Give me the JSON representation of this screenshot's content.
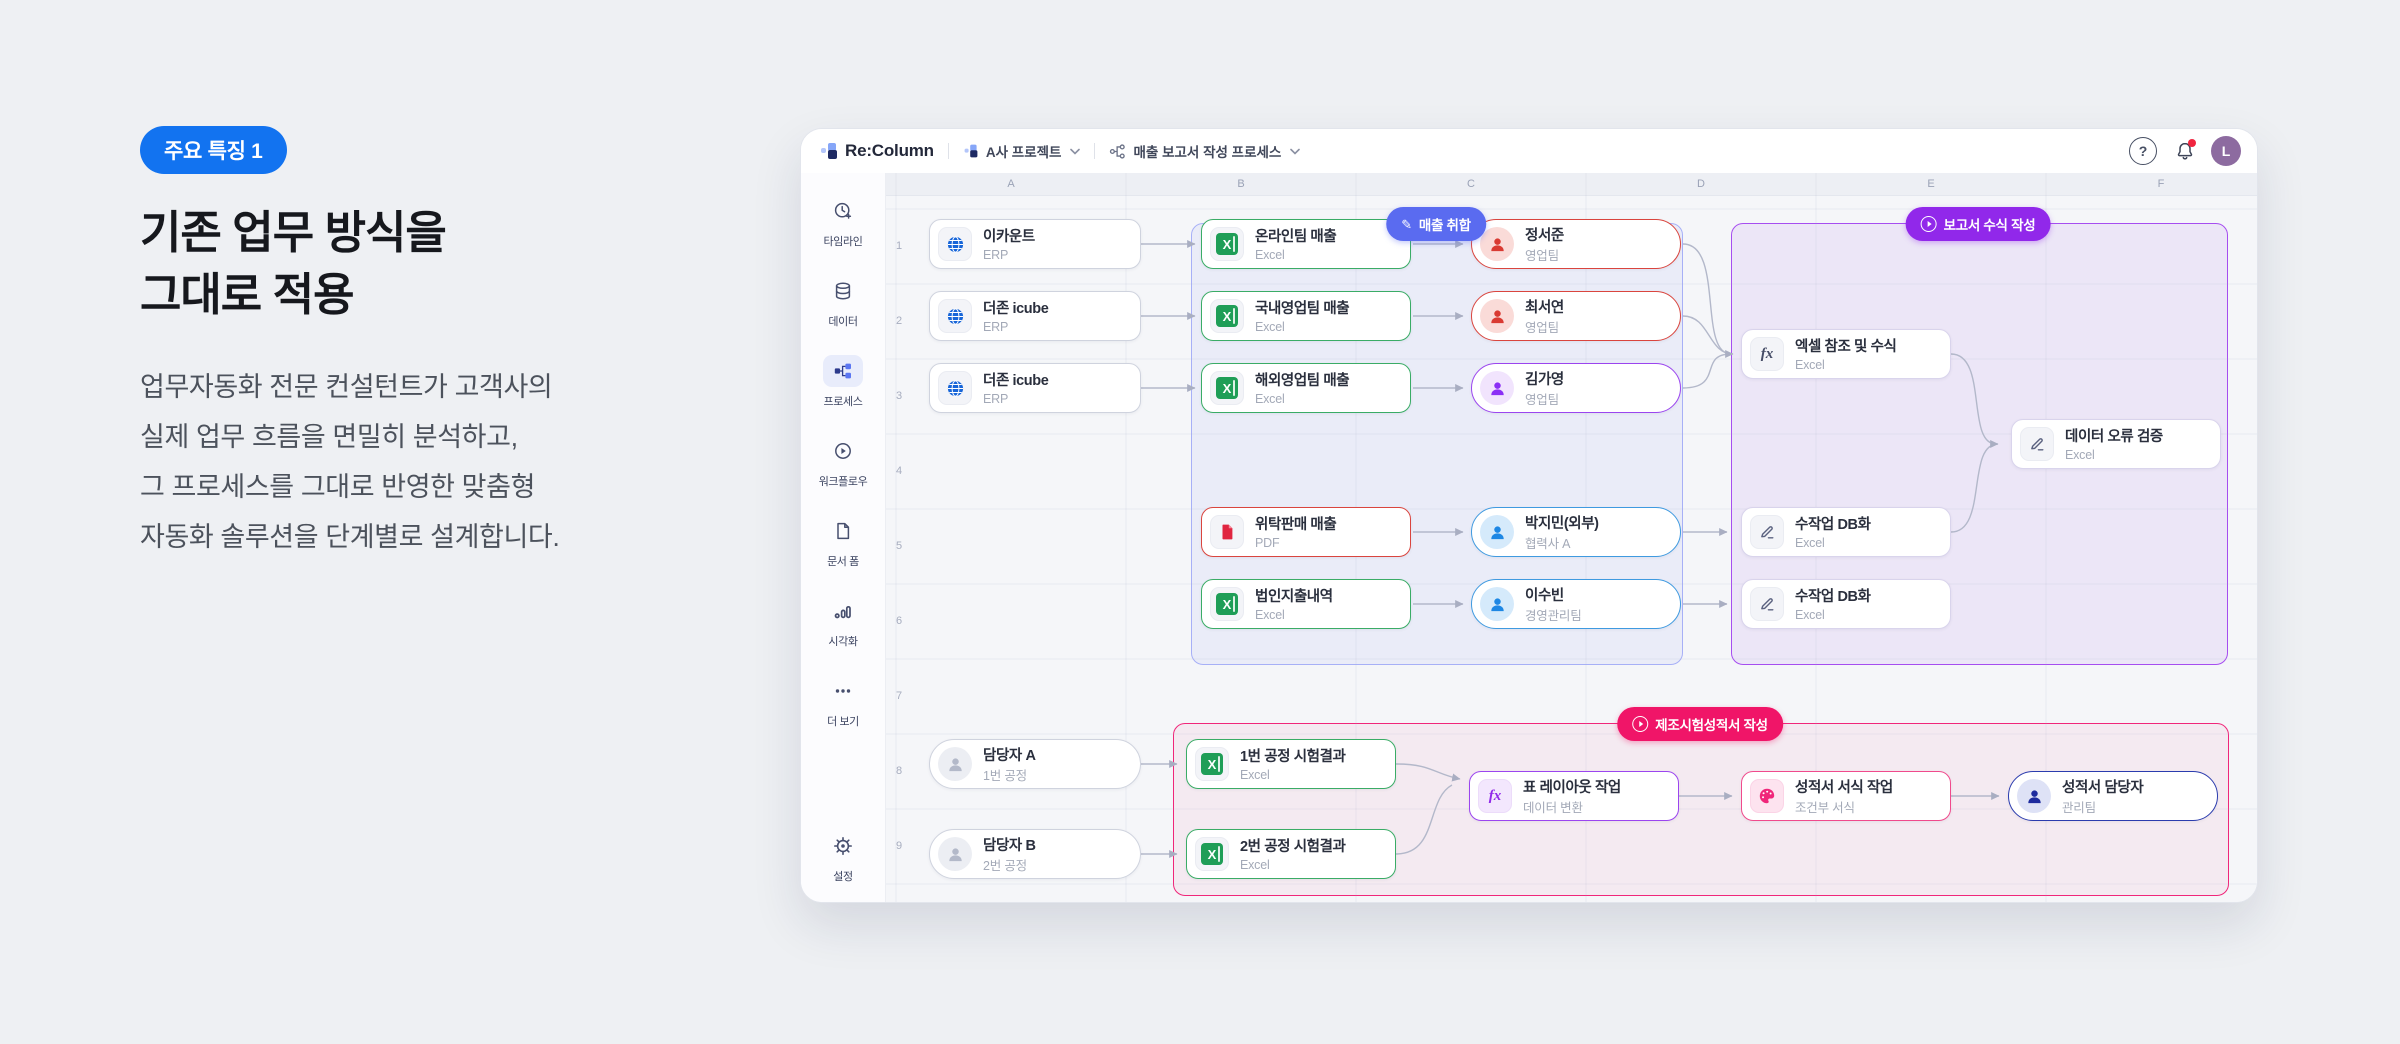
{
  "feature": {
    "badge": "주요 특징 1",
    "title_lines": [
      "기존 업무 방식을",
      "그대로 적용"
    ],
    "description_lines": [
      "업무자동화 전문 컨설턴트가 고객사의",
      "실제 업무 흐름을 면밀히 분석하고,",
      "그 프로세스를 그대로 반영한 맞춤형",
      "자동화 솔루션을 단계별로 설계합니다."
    ]
  },
  "app": {
    "brand": "Re:Column",
    "titlebar": {
      "project": "A사 프로젝트",
      "process": "매출 보고서 작성 프로세스",
      "help": "?",
      "avatar_initial": "L"
    },
    "sidebar": {
      "items": [
        {
          "label": "타임라인",
          "icon": "timeline-icon"
        },
        {
          "label": "데이터",
          "icon": "database-icon"
        },
        {
          "label": "프로세스",
          "icon": "process-icon",
          "active": true
        },
        {
          "label": "워크플로우",
          "icon": "workflow-icon"
        },
        {
          "label": "문서 폼",
          "icon": "document-icon"
        },
        {
          "label": "시각화",
          "icon": "chart-icon"
        },
        {
          "label": "더 보기",
          "icon": "more-icon"
        }
      ],
      "settings_label": "설정"
    },
    "canvas": {
      "column_headers": [
        "A",
        "B",
        "C",
        "D",
        "E",
        "F"
      ],
      "row_numbers": [
        "1",
        "2",
        "3",
        "4",
        "5",
        "6",
        "7",
        "8",
        "9"
      ],
      "groups": {
        "sales_collect": {
          "label": "매출 취합",
          "color": "#5a6bf0",
          "icon": "pencil-icon"
        },
        "report_formula": {
          "label": "보고서 수식 작성",
          "color": "#9128ea",
          "icon": "play-icon"
        },
        "manufacture_report": {
          "label": "제조시험성적서 작성",
          "color": "#f01568",
          "icon": "play-icon"
        }
      },
      "nodes": {
        "ecount": {
          "title": "이카운트",
          "subtitle": "ERP",
          "icon": "globe-icon"
        },
        "duzon1": {
          "title": "더존 icube",
          "subtitle": "ERP",
          "icon": "globe-icon"
        },
        "duzon2": {
          "title": "더존 icube",
          "subtitle": "ERP",
          "icon": "globe-icon"
        },
        "online_sales": {
          "title": "온라인팀 매출",
          "subtitle": "Excel",
          "icon": "excel-icon"
        },
        "domestic_sales": {
          "title": "국내영업팀 매출",
          "subtitle": "Excel",
          "icon": "excel-icon"
        },
        "overseas_sales": {
          "title": "해외영업팀 매출",
          "subtitle": "Excel",
          "icon": "excel-icon"
        },
        "consignment_sales": {
          "title": "위탁판매 매출",
          "subtitle": "PDF",
          "icon": "pdf-icon"
        },
        "corporate_expense": {
          "title": "법인지출내역",
          "subtitle": "Excel",
          "icon": "excel-icon"
        },
        "jung_seojun": {
          "title": "정서준",
          "subtitle": "영업팀",
          "icon": "person-icon"
        },
        "choi_seoyeon": {
          "title": "최서연",
          "subtitle": "영업팀",
          "icon": "person-icon"
        },
        "kim_gayeong": {
          "title": "김가영",
          "subtitle": "영업팀",
          "icon": "person-icon"
        },
        "park_jimin": {
          "title": "박지민(외부)",
          "subtitle": "협력사 A",
          "icon": "person-icon"
        },
        "lee_subin": {
          "title": "이수빈",
          "subtitle": "경영관리팀",
          "icon": "person-icon"
        },
        "excel_formula": {
          "title": "엑셀 참조 및 수식",
          "subtitle": "Excel",
          "icon": "fx-icon"
        },
        "manual_db1": {
          "title": "수작업 DB화",
          "subtitle": "Excel",
          "icon": "pencil-icon"
        },
        "manual_db2": {
          "title": "수작업 DB화",
          "subtitle": "Excel",
          "icon": "pencil-icon"
        },
        "data_validation": {
          "title": "데이터 오류 검증",
          "subtitle": "Excel",
          "icon": "pencil-icon"
        },
        "manager_a": {
          "title": "담당자 A",
          "subtitle": "1번 공정",
          "icon": "person-icon"
        },
        "manager_b": {
          "title": "담당자 B",
          "subtitle": "2번 공정",
          "icon": "person-icon"
        },
        "process1_result": {
          "title": "1번 공정 시험결과",
          "subtitle": "Excel",
          "icon": "excel-icon"
        },
        "process2_result": {
          "title": "2번 공정 시험결과",
          "subtitle": "Excel",
          "icon": "excel-icon"
        },
        "table_layout": {
          "title": "표 레이아웃 작업",
          "subtitle": "데이터 변환",
          "icon": "fx-icon"
        },
        "report_format": {
          "title": "성적서 서식 작업",
          "subtitle": "조건부 서식",
          "icon": "palette-icon"
        },
        "report_manager": {
          "title": "성적서 담당자",
          "subtitle": "관리팀",
          "icon": "person-icon"
        }
      }
    }
  },
  "colors": {
    "accent_blue": "#1273f0",
    "badge_sales": "#5a6bf0",
    "badge_formula": "#9128ea",
    "badge_manufacture": "#f01568",
    "excel_green": "#1f9e57",
    "pdf_red": "#e02540",
    "person_red": "#d93a32",
    "person_purple": "#8b2ff5",
    "person_blue": "#1d87e4",
    "person_navy": "#1e2b9e",
    "notification_dot": "#f0253f"
  }
}
